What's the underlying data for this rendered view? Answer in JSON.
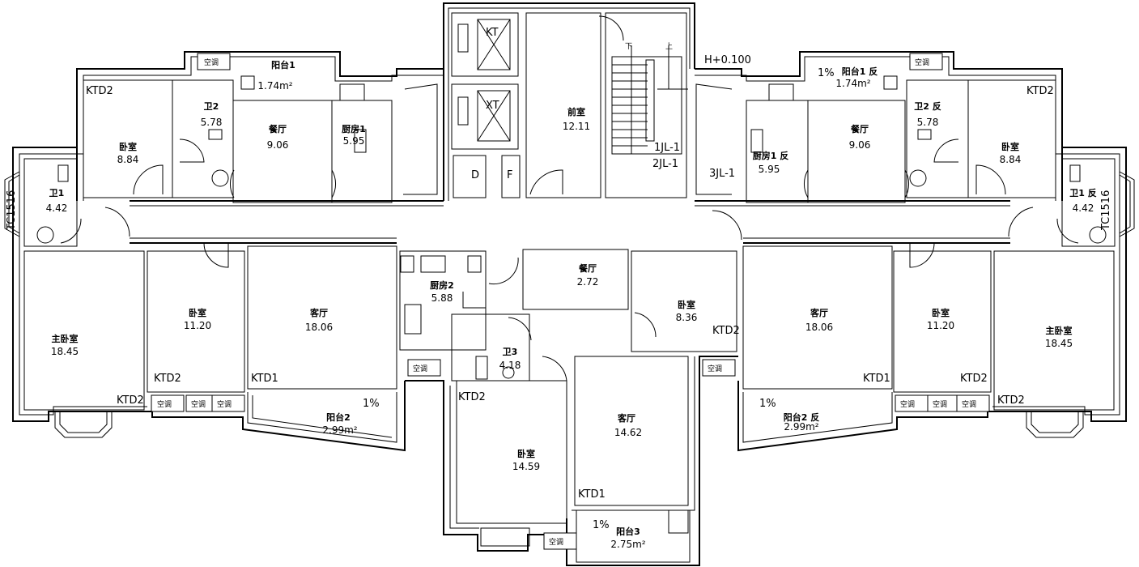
{
  "rooms": [
    {
      "id": "bedroom-tl",
      "name": "卧室",
      "area": "8.84"
    },
    {
      "id": "toilet2-l",
      "name": "卫2",
      "area": "5.78"
    },
    {
      "id": "balcony1-l",
      "name": "阳台1",
      "area": "1.74m²"
    },
    {
      "id": "dining-tl",
      "name": "餐厅",
      "area": "9.06"
    },
    {
      "id": "kitchen1-l",
      "name": "厨房1",
      "area": "5.95"
    },
    {
      "id": "toilet1-l",
      "name": "卫1",
      "area": "4.42"
    },
    {
      "id": "master-l",
      "name": "主卧室",
      "area": "18.45"
    },
    {
      "id": "bedroom-ml",
      "name": "卧室",
      "area": "11.20"
    },
    {
      "id": "living-l",
      "name": "客厅",
      "area": "18.06"
    },
    {
      "id": "balcony2-l",
      "name": "阳台2",
      "area": "2.99m²"
    },
    {
      "id": "kitchen2",
      "name": "厨房2",
      "area": "5.88"
    },
    {
      "id": "toilet3",
      "name": "卫3",
      "area": "4.18"
    },
    {
      "id": "bedroom-c",
      "name": "卧室",
      "area": "14.59"
    },
    {
      "id": "dining-c",
      "name": "餐厅",
      "area": "2.72"
    },
    {
      "id": "bedroom-cr",
      "name": "卧室",
      "area": "8.36"
    },
    {
      "id": "living-c",
      "name": "客厅",
      "area": "14.62"
    },
    {
      "id": "balcony3",
      "name": "阳台3",
      "area": "2.75m²"
    },
    {
      "id": "foyer",
      "name": "前室",
      "area": "12.11"
    },
    {
      "id": "balcony1-r",
      "name": "阳台1 反",
      "area": "1.74m²"
    },
    {
      "id": "dining-tr",
      "name": "餐厅",
      "area": "9.06"
    },
    {
      "id": "kitchen1-r",
      "name": "厨房1 反",
      "area": "5.95"
    },
    {
      "id": "toilet2-r",
      "name": "卫2 反",
      "area": "5.78"
    },
    {
      "id": "bedroom-tr",
      "name": "卧室",
      "area": "8.84"
    },
    {
      "id": "toilet1-r",
      "name": "卫1 反",
      "area": "4.42"
    },
    {
      "id": "living-r",
      "name": "客厅",
      "area": "18.06"
    },
    {
      "id": "bedroom-mr",
      "name": "卧室",
      "area": "11.20"
    },
    {
      "id": "master-r",
      "name": "主卧室",
      "area": "18.45"
    },
    {
      "id": "balcony2-r",
      "name": "阳台2 反",
      "area": "2.99m²"
    }
  ],
  "tags": {
    "ktd2": "KTD2",
    "ktd1": "KTD1",
    "tc1516": "TC1516",
    "kt": "KT",
    "xt": "XT",
    "d": "D",
    "f": "F",
    "pipe1": "1JL-1",
    "pipe2": "2JL-1",
    "pipe3": "3JL-1",
    "elevation": "H+0.100",
    "up": "上",
    "down": "下",
    "slope": "1%",
    "ac": "空调"
  }
}
